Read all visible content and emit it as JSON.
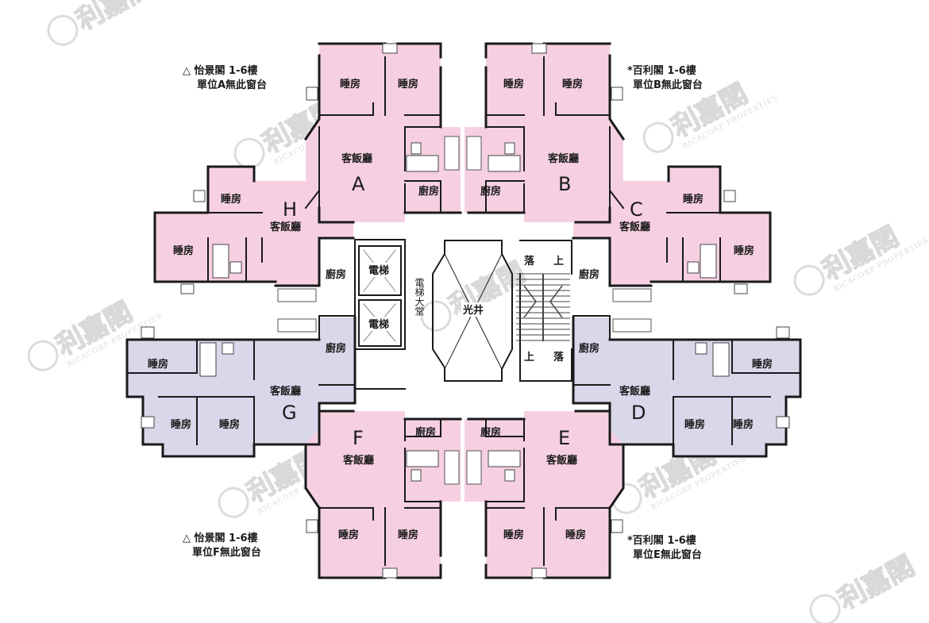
{
  "colors": {
    "pink": "#f6d0e2",
    "lavender": "#d9d7ea",
    "wall": "#1a1a1a",
    "watermark": "#d9d9d9"
  },
  "units": {
    "A": {
      "letter": "A",
      "living": "客飯廳",
      "bed1": "睡房",
      "bed2": "睡房",
      "kitchen": "廚房"
    },
    "B": {
      "letter": "B",
      "living": "客飯廳",
      "bed1": "睡房",
      "bed2": "睡房",
      "kitchen": "廚房"
    },
    "C": {
      "letter": "C",
      "living": "客飯廳",
      "bed1": "睡房",
      "bed2": "睡房",
      "kitchen": "廚房"
    },
    "D": {
      "letter": "D",
      "living": "客飯廳",
      "bed1": "睡房",
      "bed2": "睡房",
      "bed3": "睡房",
      "kitchen": "廚房"
    },
    "E": {
      "letter": "E",
      "living": "客飯廳",
      "bed1": "睡房",
      "bed2": "睡房",
      "kitchen": "廚房"
    },
    "F": {
      "letter": "F",
      "living": "客飯廳",
      "bed1": "睡房",
      "bed2": "睡房",
      "kitchen": "廚房"
    },
    "G": {
      "letter": "G",
      "living": "客飯廳",
      "bed1": "睡房",
      "bed2": "睡房",
      "bed3": "睡房",
      "kitchen": "廚房"
    },
    "H": {
      "letter": "H",
      "living": "客飯廳",
      "bed1": "睡房",
      "bed2": "睡房",
      "kitchen": "廚房"
    }
  },
  "core": {
    "lift1": "電梯",
    "lift2": "電梯",
    "lobby": "電梯大堂",
    "lightwell": "光井",
    "stair_down_1": "落",
    "stair_up_1": "上",
    "stair_up_2": "上",
    "stair_down_2": "落"
  },
  "notes": {
    "top_left": {
      "line1": "△ 怡景閣 1-6樓",
      "line2": "單位A無此窗台"
    },
    "top_right": {
      "line1": "*百利閣 1-6樓",
      "line2": "單位B無此窗台"
    },
    "bottom_left": {
      "line1": "△ 怡景閣 1-6樓",
      "line2": "單位F無此窗台"
    },
    "bottom_right": {
      "line1": "*百利閣 1-6樓",
      "line2": "單位E無此窗台"
    }
  },
  "watermark": {
    "brand": "利嘉閣",
    "brand_en": "RICACORP PROPERTIES"
  }
}
